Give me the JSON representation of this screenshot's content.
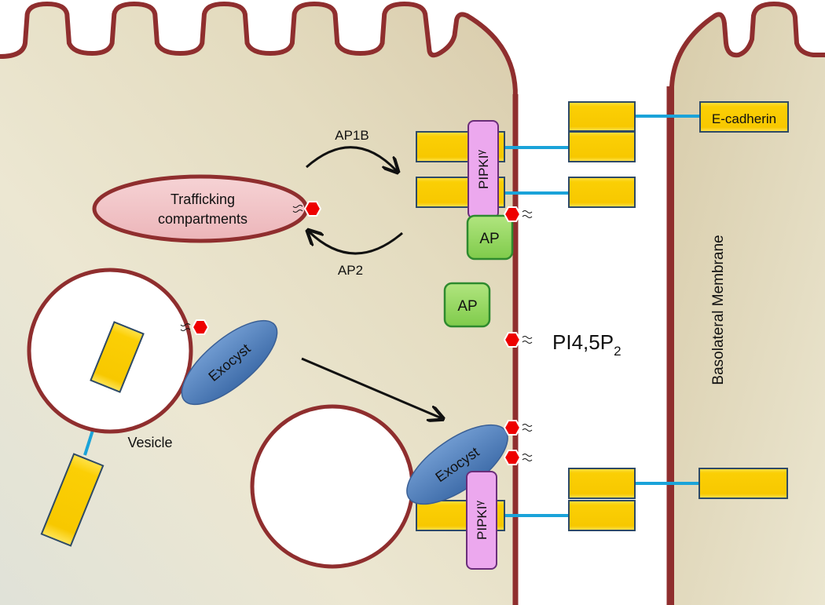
{
  "colors": {
    "membrane": "#8f2e2e",
    "cytoplasm": "#e8e3cc",
    "receptor_fill": "#f7c800",
    "receptor_border": "#2e4a66",
    "linker": "#1aa3d9",
    "pipki_fill": "#eca8ee",
    "pipki_border": "#6a2d7a",
    "ap_fill": "#8ed65a",
    "ap_border": "#2e8a2e",
    "exocyst_fill": "#4f7fbe",
    "lipid_head": "#ee0000",
    "trafficking_fill": "#f2c3c6"
  },
  "labels": {
    "ap1b": "AP1B",
    "ap2": "AP2",
    "trafficking": [
      "Trafficking",
      "compartments"
    ],
    "pipki_main": "PIPKI",
    "pipki_sub": "γ",
    "ap": "AP",
    "exocyst": "Exocyst",
    "vesicle": "Vesicle",
    "pip2_main": "PI4,5P",
    "pip2_sub": "2",
    "ecadherin": "E-cadherin",
    "basolateral": "Basolateral Membrane"
  }
}
